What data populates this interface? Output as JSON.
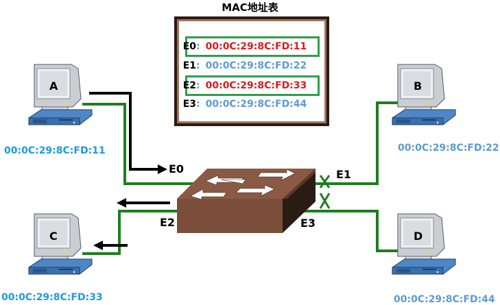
{
  "title": "MAC地址表",
  "mac_table": [
    {
      "port": "E0",
      "mac": "00:0C:29:8C:FD:11",
      "highlighted": true
    },
    {
      "port": "E1",
      "mac": "00:0C:29:8C:FD:22",
      "highlighted": false
    },
    {
      "port": "E2",
      "mac": "00:0C:29:8C:FD:33",
      "highlighted": true
    },
    {
      "port": "E3",
      "mac": "00:0C:29:8C:FD:44",
      "highlighted": false
    }
  ],
  "hosts": [
    {
      "name": "A",
      "mac": "00:0C:29:8C:FD:11",
      "port": "E0"
    },
    {
      "name": "B",
      "mac": "00:0C:29:8C:FD:22",
      "port": "E1"
    },
    {
      "name": "C",
      "mac": "00:0C:29:8C:FD:33",
      "port": "E2"
    },
    {
      "name": "D",
      "mac": "00:0C:29:8C:FD:44",
      "port": "E3"
    }
  ],
  "ports": {
    "e0": "E0",
    "e1": "E1",
    "e2": "E2",
    "e3": "E3"
  },
  "blocked_ports": [
    "E1",
    "E3"
  ],
  "colors": {
    "link": "#1e7d1e",
    "highlight_mac": "#e0191f",
    "normal_mac": "#5b9bd5",
    "host_mac_left": "#1a9be0",
    "host_mac_right": "#5b9bd5",
    "highlight_box": "#2e9e4a",
    "switch": "#8a5a44"
  }
}
